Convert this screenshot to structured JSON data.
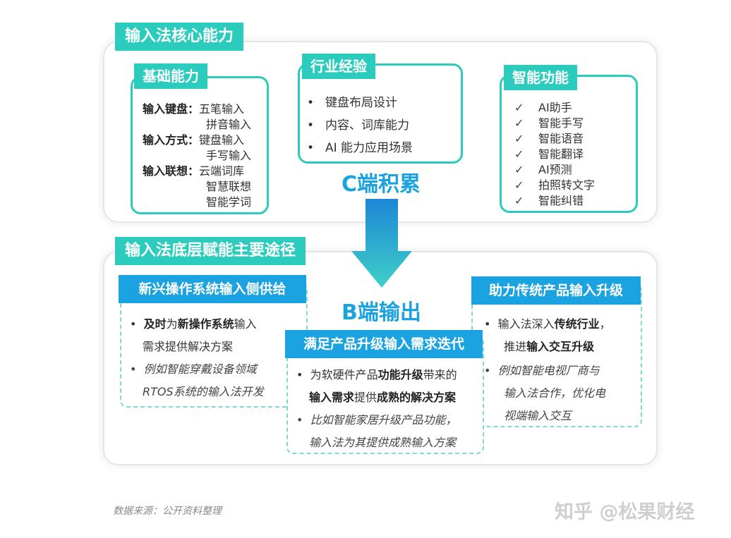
{
  "top_section": {
    "title": "输入法核心能力",
    "basic": {
      "title": "基础能力",
      "rows": [
        {
          "label": "输入键盘：",
          "items": [
            "五笔输入",
            "拼音输入"
          ]
        },
        {
          "label": "输入方式：",
          "items": [
            "键盘输入",
            "手写输入"
          ]
        },
        {
          "label": "输入联想：",
          "items": [
            "云端词库",
            "智慧联想",
            "智能学词"
          ]
        }
      ]
    },
    "industry": {
      "title": "行业经验",
      "bullet": "•",
      "items": [
        "键盘布局设计",
        "内容、词库能力",
        "AI 能力应用场景"
      ]
    },
    "smart": {
      "title": "智能功能",
      "tick": "✓",
      "items": [
        "AI助手",
        "智能手写",
        "智能语音",
        "智能翻译",
        "AI预测",
        "拍照转文字",
        "智能纠错"
      ]
    },
    "c_label": "C端积累"
  },
  "bottom_section": {
    "title": "输入法底层赋能主要途径",
    "b_label": "B端输出",
    "left": {
      "title": "新兴操作系统输入侧供给",
      "l1": {
        "b1": "及时",
        "t1": "为",
        "b2": "新操作系统",
        "t2": "输入"
      },
      "l2": "需求提供解决方案",
      "l3": "例如智能穿戴设备领域",
      "l4": "RTOS系统的输入法开发"
    },
    "center": {
      "title": "满足产品升级输入需求迭代",
      "l1": {
        "t1": "为软硬件产品",
        "b1": "功能升级",
        "t2": "带来的"
      },
      "l2": {
        "b1": "输入需求",
        "t1": "提供",
        "b2": "成熟的解决方案"
      },
      "l3": "比如智能家居升级产品功能，",
      "l4": "输入法为其提供成熟输入方案"
    },
    "right": {
      "title": "助力传统产品输入升级",
      "l1": {
        "t1": "输入法深入",
        "b1": "传统行业",
        "t2": "，"
      },
      "l2": {
        "t1": "推进",
        "b1": "输入交互升级"
      },
      "l3": "例如智能电视厂商与",
      "l4": "输入法合作，优化电",
      "l5": "视端输入交互"
    }
  },
  "source": "数据来源：公开资料整理",
  "watermark": "知乎 @松果财经",
  "colors": {
    "teal": "#2bcbbd",
    "blue": "#1aa3e0"
  }
}
